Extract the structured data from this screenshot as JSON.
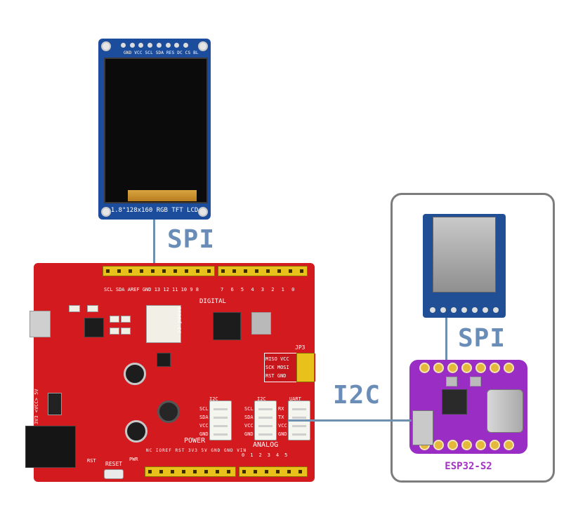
{
  "lcd": {
    "pin_labels": "GND VCC SCL SDA RES DC CS BL",
    "caption": "1.8\"128x160 RGB TFT LCD"
  },
  "connections": {
    "lcd_link": "SPI",
    "sd_link": "SPI",
    "i2c_link": "I2C"
  },
  "board": {
    "digital_label": "DIGITAL",
    "power_label": "POWER",
    "analog_label": "ANALOG",
    "brand_label": "seeed.cc",
    "jp3_label": "JP3",
    "reset_label": "RESET",
    "pwr_label": "PWR",
    "i2c_port_label": "I2C",
    "i2c_port_label_2": "I2C",
    "uart_port_label": "UART",
    "grove_i2c_pins": [
      "SCL",
      "SDA",
      "VCC",
      "GND"
    ],
    "grove_uart_pins": [
      "RX",
      "TX",
      "VCC",
      "GND"
    ],
    "icsp_pins": [
      "MISO VCC",
      "SCK MOSI",
      "RST  GND"
    ],
    "top_pins_left": [
      "SCL",
      "SDA",
      "AREF",
      "GND",
      "13",
      "12",
      "11",
      "10",
      "9",
      "8"
    ],
    "top_pins_right": [
      "7",
      "6",
      "5",
      "4",
      "3",
      "2",
      "1",
      "0"
    ],
    "bottom_pins_power": [
      "NC",
      "IOREF",
      "RST",
      "3V3",
      "5V",
      "GND",
      "GND",
      "VIN"
    ],
    "bottom_pins_analog": [
      "0",
      "1",
      "2",
      "3",
      "4",
      "5"
    ],
    "voltage_switch": "3V3 <VCC> 5V"
  },
  "esp32": {
    "name": "ESP32-S2"
  },
  "colors": {
    "connector_line": "#6f8fb0",
    "label_blue": "#6a8db8",
    "board_red": "#d21a1f",
    "esp_purple": "#9a2ec4",
    "esp_label": "#a233c4",
    "module_blue": "#1b4d9c"
  }
}
